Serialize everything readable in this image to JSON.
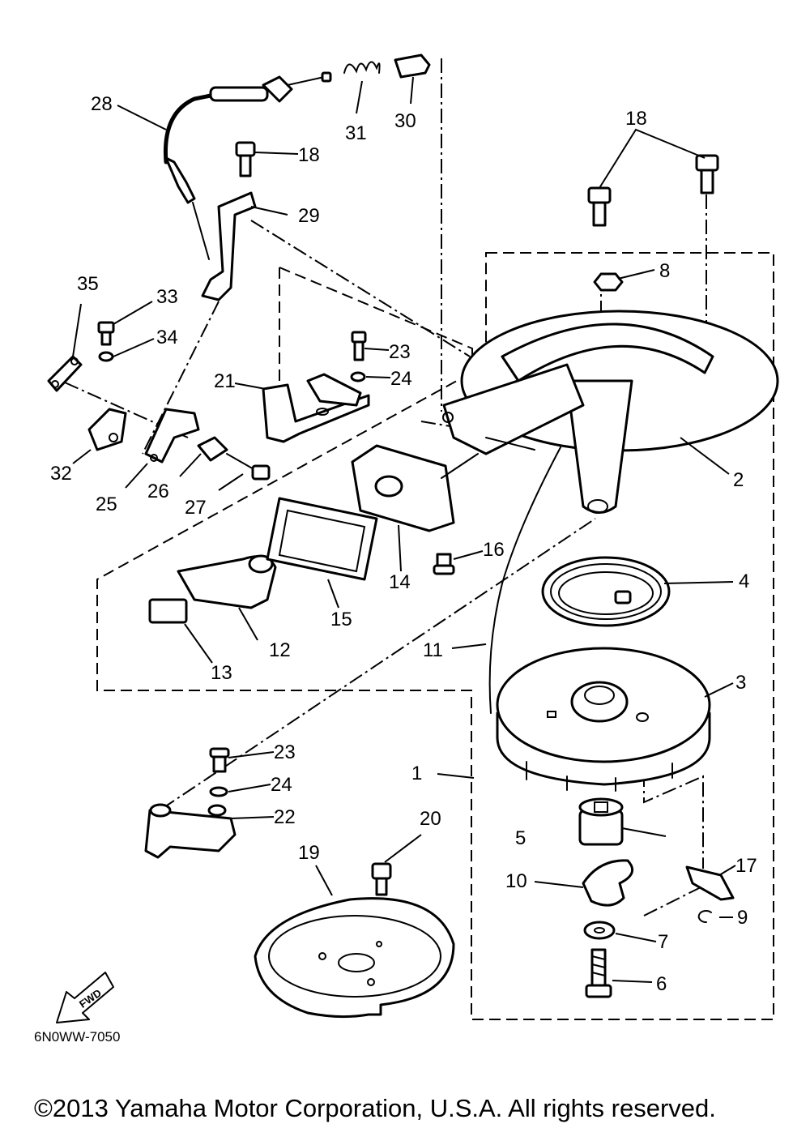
{
  "diagram": {
    "drawing_code": "6N0WW-7050",
    "copyright": "©2013 Yamaha Motor Corporation, U.S.A. All rights reserved.",
    "direction_label": "FWD",
    "callouts": [
      "1",
      "2",
      "3",
      "4",
      "5",
      "6",
      "7",
      "8",
      "9",
      "10",
      "11",
      "12",
      "13",
      "14",
      "15",
      "16",
      "17",
      "18",
      "18",
      "18",
      "19",
      "20",
      "21",
      "22",
      "23",
      "23",
      "24",
      "24",
      "25",
      "26",
      "27",
      "28",
      "29",
      "30",
      "31",
      "32",
      "33",
      "34",
      "35"
    ]
  }
}
